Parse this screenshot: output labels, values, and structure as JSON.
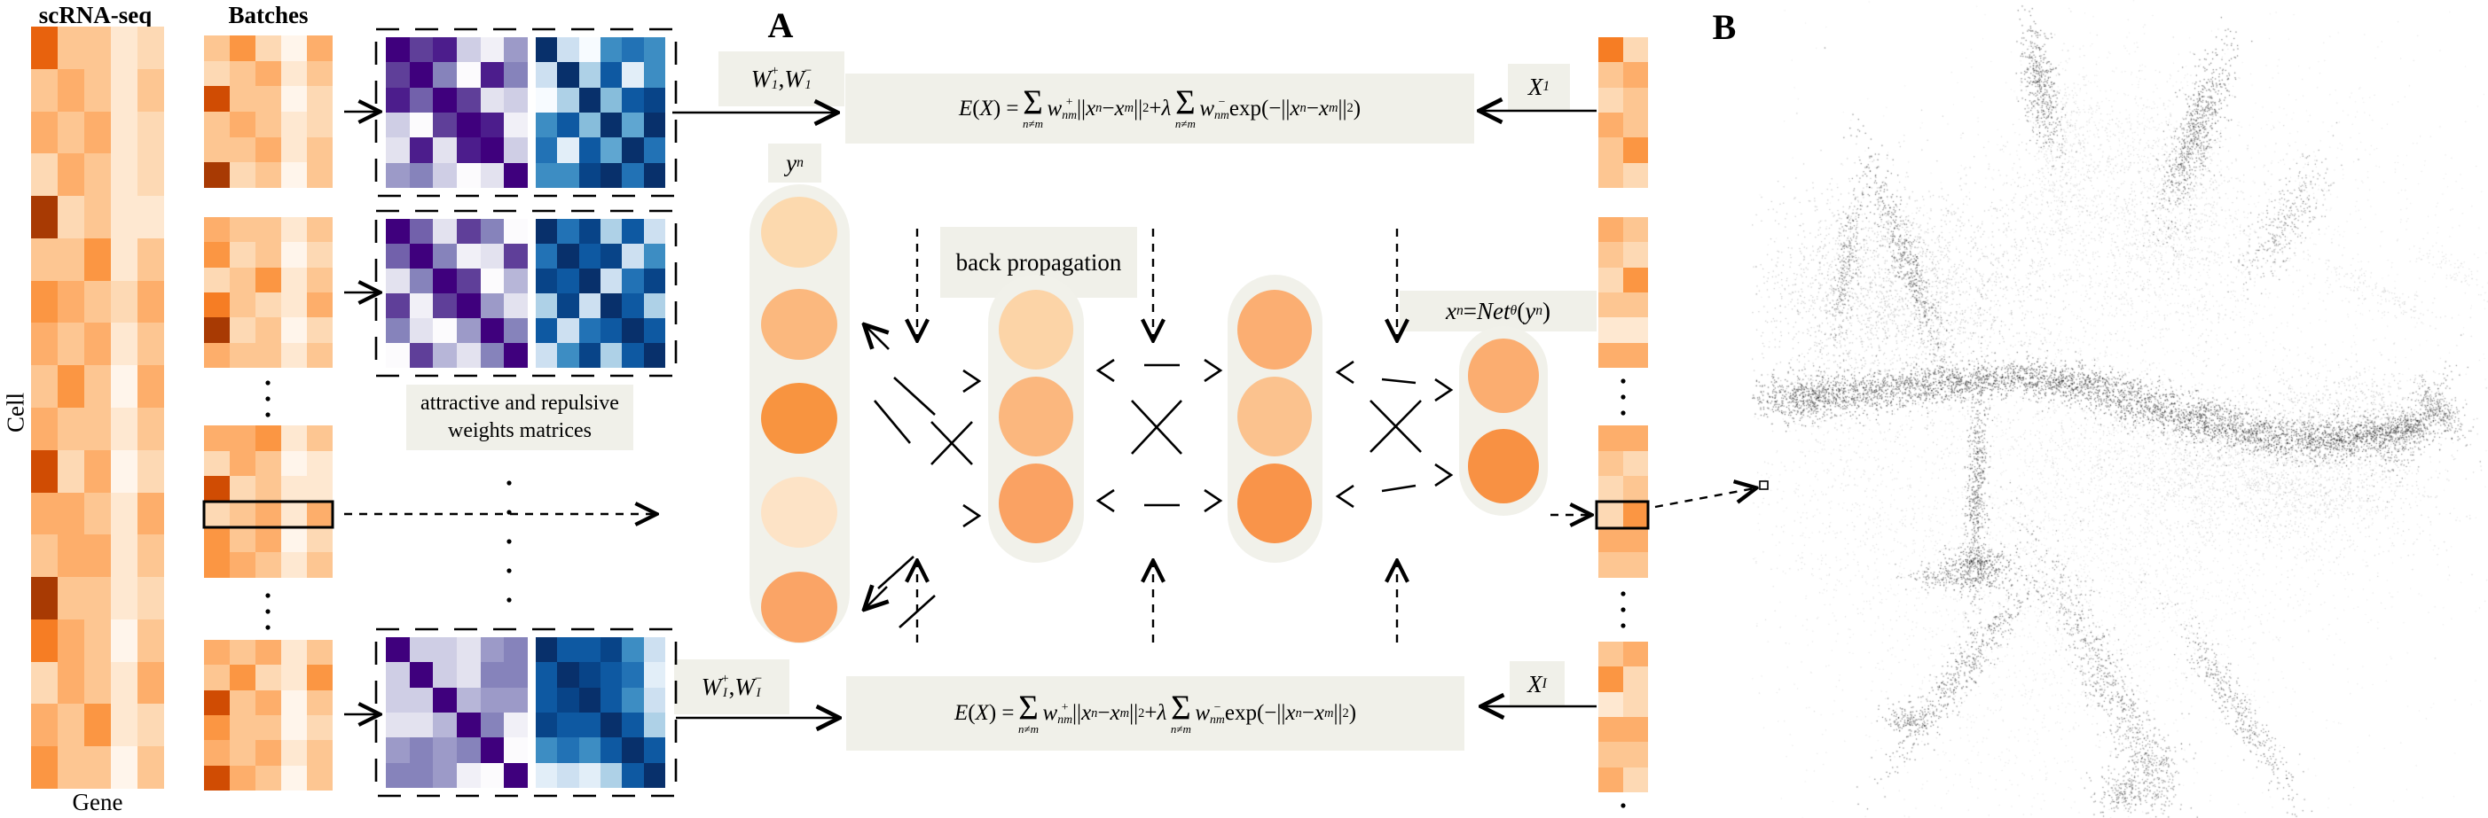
{
  "panel_a": {
    "label": "A",
    "scrna": {
      "title": "scRNA-seq",
      "row_label": "Cell",
      "col_label": "Gene",
      "cells": [
        [
          7,
          3,
          3,
          1,
          2
        ],
        [
          3,
          4,
          3,
          1,
          3
        ],
        [
          4,
          3,
          4,
          1,
          2
        ],
        [
          2,
          4,
          3,
          1,
          2
        ],
        [
          9,
          2,
          3,
          1,
          1
        ],
        [
          3,
          3,
          5,
          1,
          3
        ],
        [
          5,
          4,
          3,
          2,
          4
        ],
        [
          4,
          3,
          4,
          1,
          3
        ],
        [
          3,
          5,
          3,
          0,
          4
        ],
        [
          4,
          3,
          3,
          1,
          3
        ],
        [
          8,
          2,
          4,
          0,
          2
        ],
        [
          4,
          4,
          3,
          1,
          4
        ],
        [
          3,
          4,
          4,
          1,
          3
        ],
        [
          9,
          3,
          3,
          1,
          2
        ],
        [
          6,
          4,
          3,
          0,
          3
        ],
        [
          2,
          4,
          3,
          1,
          4
        ],
        [
          4,
          3,
          5,
          1,
          2
        ],
        [
          5,
          3,
          3,
          0,
          3
        ]
      ]
    },
    "batches": {
      "title": "Batches",
      "matrices": [
        [
          [
            3,
            5,
            2,
            0,
            4
          ],
          [
            2,
            3,
            4,
            1,
            3
          ],
          [
            8,
            3,
            3,
            0,
            2
          ],
          [
            3,
            4,
            3,
            1,
            2
          ],
          [
            3,
            3,
            4,
            1,
            3
          ],
          [
            9,
            2,
            3,
            0,
            3
          ]
        ],
        [
          [
            4,
            3,
            3,
            1,
            3
          ],
          [
            5,
            2,
            3,
            0,
            2
          ],
          [
            2,
            3,
            5,
            1,
            3
          ],
          [
            6,
            3,
            2,
            1,
            4
          ],
          [
            9,
            2,
            3,
            0,
            2
          ],
          [
            4,
            3,
            3,
            1,
            3
          ]
        ],
        [
          [
            4,
            4,
            5,
            1,
            3
          ],
          [
            2,
            4,
            3,
            0,
            1
          ],
          [
            8,
            2,
            3,
            1,
            1
          ],
          [
            2,
            3,
            4,
            1,
            4
          ],
          [
            5,
            3,
            4,
            0,
            2
          ],
          [
            5,
            4,
            3,
            1,
            3
          ]
        ],
        [
          [
            4,
            3,
            4,
            1,
            3
          ],
          [
            3,
            5,
            2,
            1,
            5
          ],
          [
            8,
            3,
            4,
            0,
            3
          ],
          [
            5,
            3,
            3,
            0,
            2
          ],
          [
            4,
            3,
            4,
            1,
            3
          ],
          [
            8,
            4,
            3,
            0,
            3
          ]
        ]
      ]
    },
    "weights": {
      "caption_line1": "attractive and repulsive",
      "caption_line2": "weights matrices",
      "pairs": [
        {
          "purple": [
            [
              10,
              8,
              9,
              3,
              1,
              5
            ],
            [
              8,
              10,
              6,
              0,
              9,
              6
            ],
            [
              9,
              7,
              10,
              8,
              2,
              3
            ],
            [
              3,
              0,
              8,
              10,
              9,
              1
            ],
            [
              2,
              9,
              2,
              9,
              10,
              3
            ],
            [
              5,
              6,
              3,
              0,
              2,
              10
            ]
          ],
          "blue": [
            [
              10,
              2,
              0,
              6,
              7,
              6
            ],
            [
              2,
              10,
              3,
              8,
              1,
              6
            ],
            [
              0,
              3,
              10,
              4,
              8,
              9
            ],
            [
              6,
              8,
              4,
              10,
              5,
              10
            ],
            [
              7,
              1,
              8,
              5,
              10,
              7
            ],
            [
              6,
              6,
              9,
              10,
              7,
              10
            ]
          ]
        },
        {
          "purple": [
            [
              10,
              7,
              2,
              8,
              6,
              0
            ],
            [
              7,
              10,
              6,
              1,
              2,
              8
            ],
            [
              2,
              6,
              10,
              8,
              0,
              4
            ],
            [
              8,
              1,
              8,
              10,
              5,
              2
            ],
            [
              6,
              2,
              0,
              5,
              10,
              6
            ],
            [
              0,
              8,
              4,
              2,
              6,
              10
            ]
          ],
          "blue": [
            [
              10,
              7,
              9,
              3,
              8,
              2
            ],
            [
              7,
              10,
              8,
              9,
              2,
              6
            ],
            [
              9,
              8,
              10,
              2,
              7,
              9
            ],
            [
              3,
              9,
              2,
              10,
              8,
              3
            ],
            [
              8,
              2,
              7,
              8,
              10,
              8
            ],
            [
              2,
              6,
              9,
              3,
              8,
              10
            ]
          ]
        },
        {
          "purple": [
            [
              10,
              3,
              3,
              2,
              5,
              6
            ],
            [
              3,
              10,
              3,
              2,
              6,
              6
            ],
            [
              3,
              3,
              10,
              4,
              5,
              5
            ],
            [
              2,
              2,
              4,
              10,
              6,
              1
            ],
            [
              5,
              6,
              5,
              6,
              10,
              0
            ],
            [
              6,
              6,
              5,
              1,
              0,
              10
            ]
          ],
          "blue": [
            [
              10,
              8,
              8,
              9,
              6,
              2
            ],
            [
              8,
              10,
              9,
              8,
              7,
              1
            ],
            [
              8,
              9,
              10,
              8,
              6,
              2
            ],
            [
              9,
              8,
              8,
              10,
              8,
              3
            ],
            [
              6,
              7,
              6,
              8,
              10,
              8
            ],
            [
              1,
              2,
              1,
              3,
              8,
              10
            ]
          ]
        }
      ]
    },
    "xhat": {
      "segments": [
        [
          [
            6,
            2
          ],
          [
            3,
            4
          ],
          [
            2,
            3
          ],
          [
            4,
            3
          ],
          [
            3,
            5
          ],
          [
            3,
            2
          ]
        ],
        [
          [
            4,
            3
          ],
          [
            3,
            2
          ],
          [
            2,
            5
          ],
          [
            3,
            3
          ],
          [
            1,
            1
          ],
          [
            4,
            4
          ]
        ],
        [
          [
            4,
            4
          ],
          [
            3,
            2
          ],
          [
            2,
            3
          ],
          [
            2,
            5
          ],
          [
            4,
            4
          ],
          [
            3,
            3
          ]
        ],
        [
          [
            3,
            4
          ],
          [
            5,
            2
          ],
          [
            1,
            2
          ],
          [
            4,
            4
          ],
          [
            3,
            3
          ],
          [
            4,
            2
          ]
        ]
      ]
    },
    "energy_formula": [
      [
        "i",
        "E"
      ],
      [
        "r",
        "("
      ],
      [
        "i",
        "X"
      ],
      [
        "r",
        ") = "
      ],
      [
        "sum",
        "n≠m"
      ],
      [
        "i",
        "w"
      ],
      [
        "ss",
        "+",
        "nm"
      ],
      [
        "r",
        "||"
      ],
      [
        "i",
        "x"
      ],
      [
        "sb",
        "n"
      ],
      [
        "r",
        " − "
      ],
      [
        "i",
        "x"
      ],
      [
        "sb",
        "m"
      ],
      [
        "r",
        "||"
      ],
      [
        "sp",
        "2"
      ],
      [
        "r",
        " + "
      ],
      [
        "i",
        "λ"
      ],
      [
        "sum",
        "n≠m"
      ],
      [
        "i",
        "w"
      ],
      [
        "ss",
        "−",
        "nm"
      ],
      [
        "r",
        "exp(−||"
      ],
      [
        "i",
        "x"
      ],
      [
        "sb",
        "n"
      ],
      [
        "r",
        " − "
      ],
      [
        "i",
        "x"
      ],
      [
        "sb",
        "m"
      ],
      [
        "r",
        "||"
      ],
      [
        "sp",
        "2"
      ],
      [
        "r",
        ")"
      ]
    ],
    "w1_label": [
      [
        "i",
        "W"
      ],
      [
        "ss",
        "+",
        "1"
      ],
      [
        "r",
        ", "
      ],
      [
        "i",
        "W"
      ],
      [
        "ss",
        "−",
        "1"
      ]
    ],
    "wI_label": [
      [
        "i",
        "W"
      ],
      [
        "ss",
        "+",
        "I"
      ],
      [
        "r",
        ", "
      ],
      [
        "i",
        "W"
      ],
      [
        "ss",
        "−",
        "I"
      ]
    ],
    "x1_label": [
      [
        "i",
        "X"
      ],
      [
        "sb",
        "1"
      ]
    ],
    "xI_label": [
      [
        "i",
        "X"
      ],
      [
        "sb",
        "I"
      ]
    ],
    "network": {
      "input_label": [
        [
          "i",
          "y"
        ],
        [
          "sb",
          "n"
        ]
      ],
      "backprop_label": "back propagation",
      "net_eq": [
        [
          "i",
          "x"
        ],
        [
          "sb",
          "n"
        ],
        [
          "r",
          " = "
        ],
        [
          "i",
          "Net"
        ],
        [
          "sb",
          "θ"
        ],
        [
          "r",
          "("
        ],
        [
          "i",
          "y"
        ],
        [
          "sb",
          "n"
        ],
        [
          "r",
          ")"
        ]
      ],
      "input_colors": [
        "#fcd9ae",
        "#fbb87e",
        "#f89440",
        "#fde3c6",
        "#faa466"
      ],
      "hidden1_colors": [
        "#fcd4a7",
        "#fbb77e",
        "#faa263"
      ],
      "hidden2_colors": [
        "#fbae72",
        "#fbc28e",
        "#f9944a"
      ],
      "output_colors": [
        "#fbad70",
        "#f89143"
      ]
    }
  },
  "panel_b": {
    "label": "B",
    "clusters": [
      [
        2380,
        470,
        300,
        250,
        0,
        1500,
        0.08
      ],
      [
        2300,
        620,
        180,
        150,
        0,
        800,
        0.1
      ],
      [
        2630,
        200,
        80,
        90,
        0,
        260,
        0.1
      ],
      [
        2100,
        560,
        70,
        90,
        0,
        420,
        0.14
      ],
      [
        2450,
        330,
        150,
        120,
        0,
        800,
        0.1
      ],
      [
        2390,
        140,
        60,
        50,
        0,
        350,
        0.1
      ],
      [
        2300,
        95,
        9,
        40,
        -10,
        450,
        0.5
      ],
      [
        2325,
        175,
        30,
        55,
        5,
        420,
        0.16
      ],
      [
        2475,
        150,
        12,
        52,
        18,
        700,
        0.5
      ],
      [
        2455,
        235,
        45,
        60,
        0,
        550,
        0.18
      ],
      [
        2575,
        250,
        14,
        38,
        35,
        320,
        0.4
      ],
      [
        2395,
        265,
        80,
        70,
        0,
        900,
        0.14
      ],
      [
        2140,
        330,
        85,
        65,
        0,
        2400,
        0.22
      ],
      [
        2150,
        295,
        9,
        65,
        -20,
        500,
        0.5
      ],
      [
        2082,
        300,
        7,
        48,
        8,
        280,
        0.45
      ],
      [
        2030,
        450,
        30,
        14,
        0,
        350,
        0.5
      ],
      [
        2060,
        446,
        40,
        12,
        -5,
        420,
        0.55
      ],
      [
        2140,
        438,
        40,
        11,
        -4,
        420,
        0.55
      ],
      [
        2220,
        431,
        40,
        10,
        -3,
        420,
        0.55
      ],
      [
        2300,
        428,
        40,
        10,
        2,
        420,
        0.55
      ],
      [
        2370,
        442,
        40,
        12,
        14,
        450,
        0.55
      ],
      [
        2440,
        462,
        40,
        13,
        16,
        450,
        0.55
      ],
      [
        2510,
        480,
        40,
        13,
        12,
        450,
        0.55
      ],
      [
        2580,
        492,
        40,
        12,
        5,
        450,
        0.55
      ],
      [
        2645,
        494,
        35,
        11,
        -3,
        400,
        0.55
      ],
      [
        2700,
        484,
        28,
        10,
        -12,
        350,
        0.55
      ],
      [
        2520,
        520,
        110,
        45,
        5,
        1400,
        0.18
      ],
      [
        2600,
        540,
        70,
        40,
        10,
        650,
        0.16
      ],
      [
        2725,
        480,
        12,
        34,
        35,
        320,
        0.45
      ],
      [
        2752,
        462,
        8,
        20,
        -40,
        180,
        0.45
      ],
      [
        2660,
        460,
        50,
        25,
        5,
        450,
        0.22
      ],
      [
        2330,
        570,
        150,
        90,
        0,
        1700,
        0.11
      ],
      [
        2430,
        640,
        120,
        80,
        0,
        900,
        0.11
      ],
      [
        2228,
        550,
        6,
        70,
        2,
        550,
        0.5
      ],
      [
        2232,
        638,
        20,
        11,
        0,
        320,
        0.55
      ],
      [
        2195,
        652,
        26,
        7,
        8,
        160,
        0.45
      ],
      [
        2212,
        757,
        10,
        68,
        38,
        480,
        0.5
      ],
      [
        2150,
        812,
        13,
        8,
        20,
        140,
        0.5
      ],
      [
        2372,
        762,
        13,
        90,
        -28,
        700,
        0.45
      ],
      [
        2420,
        868,
        22,
        22,
        0,
        260,
        0.4
      ],
      [
        2395,
        895,
        20,
        12,
        0,
        180,
        0.45
      ],
      [
        2522,
        800,
        9,
        62,
        -33,
        420,
        0.45
      ],
      [
        2300,
        780,
        120,
        90,
        0,
        600,
        0.1
      ],
      [
        2680,
        330,
        50,
        10,
        25,
        160,
        0.15
      ],
      [
        2760,
        300,
        40,
        8,
        30,
        100,
        0.12
      ]
    ]
  },
  "palettes": {
    "oranges": [
      "#fff5eb",
      "#fee8d1",
      "#fdd9b4",
      "#fdc692",
      "#fdae6b",
      "#fb9643",
      "#f67d24",
      "#e8620d",
      "#d04c03",
      "#a83a03",
      "#812d04"
    ],
    "purples": [
      "#fcfbfd",
      "#f1f0f7",
      "#e3e2ef",
      "#cfcee5",
      "#b7b6d8",
      "#9c9ac8",
      "#8683bb",
      "#7261ab",
      "#5f3f99",
      "#4c1d8c",
      "#3f007d"
    ],
    "blues": [
      "#f7fbff",
      "#e2eef8",
      "#cde0f1",
      "#aed1e7",
      "#87bddb",
      "#5fa6d1",
      "#3d8dc3",
      "#2272b5",
      "#0e59a2",
      "#084488",
      "#08306b"
    ]
  }
}
